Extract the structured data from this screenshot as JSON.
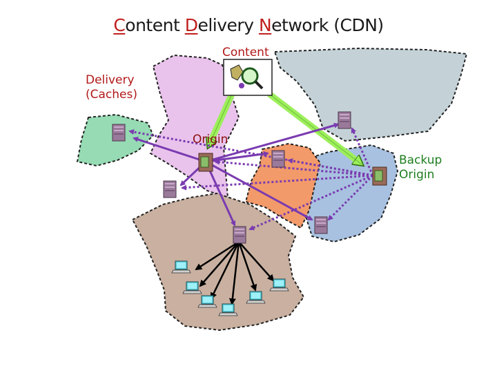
{
  "title": {
    "part1_initial": "C",
    "part1_rest": "ontent ",
    "part2_initial": "D",
    "part2_rest": "elivery ",
    "part3_initial": "N",
    "part3_rest": "etwork (CDN)"
  },
  "labels": {
    "content": "Content",
    "delivery_line1": "Delivery",
    "delivery_line2": "(Caches)",
    "origin": "Origin",
    "backup_line1": "Backup",
    "backup_line2": "Origin"
  },
  "colors": {
    "title_initials": "#c0201e",
    "label_red": "#b21818",
    "label_green": "#1e7d1e",
    "region_pink": "#e9c3ec",
    "region_green": "#96dbb4",
    "region_blue": "#a8c1e0",
    "region_grey": "#c4d2d8",
    "region_orange": "#f39a6a",
    "region_tan": "#c9b0a0",
    "green_arrow": "#9cef5a",
    "purple_arrow": "#7a3bb0",
    "black_arrow": "#000000",
    "server": "#9a7a9a",
    "client": "#40b8c8"
  },
  "icons": [
    "server-icon",
    "origin-server-icon",
    "client-computer-icon",
    "content-search-icon"
  ]
}
